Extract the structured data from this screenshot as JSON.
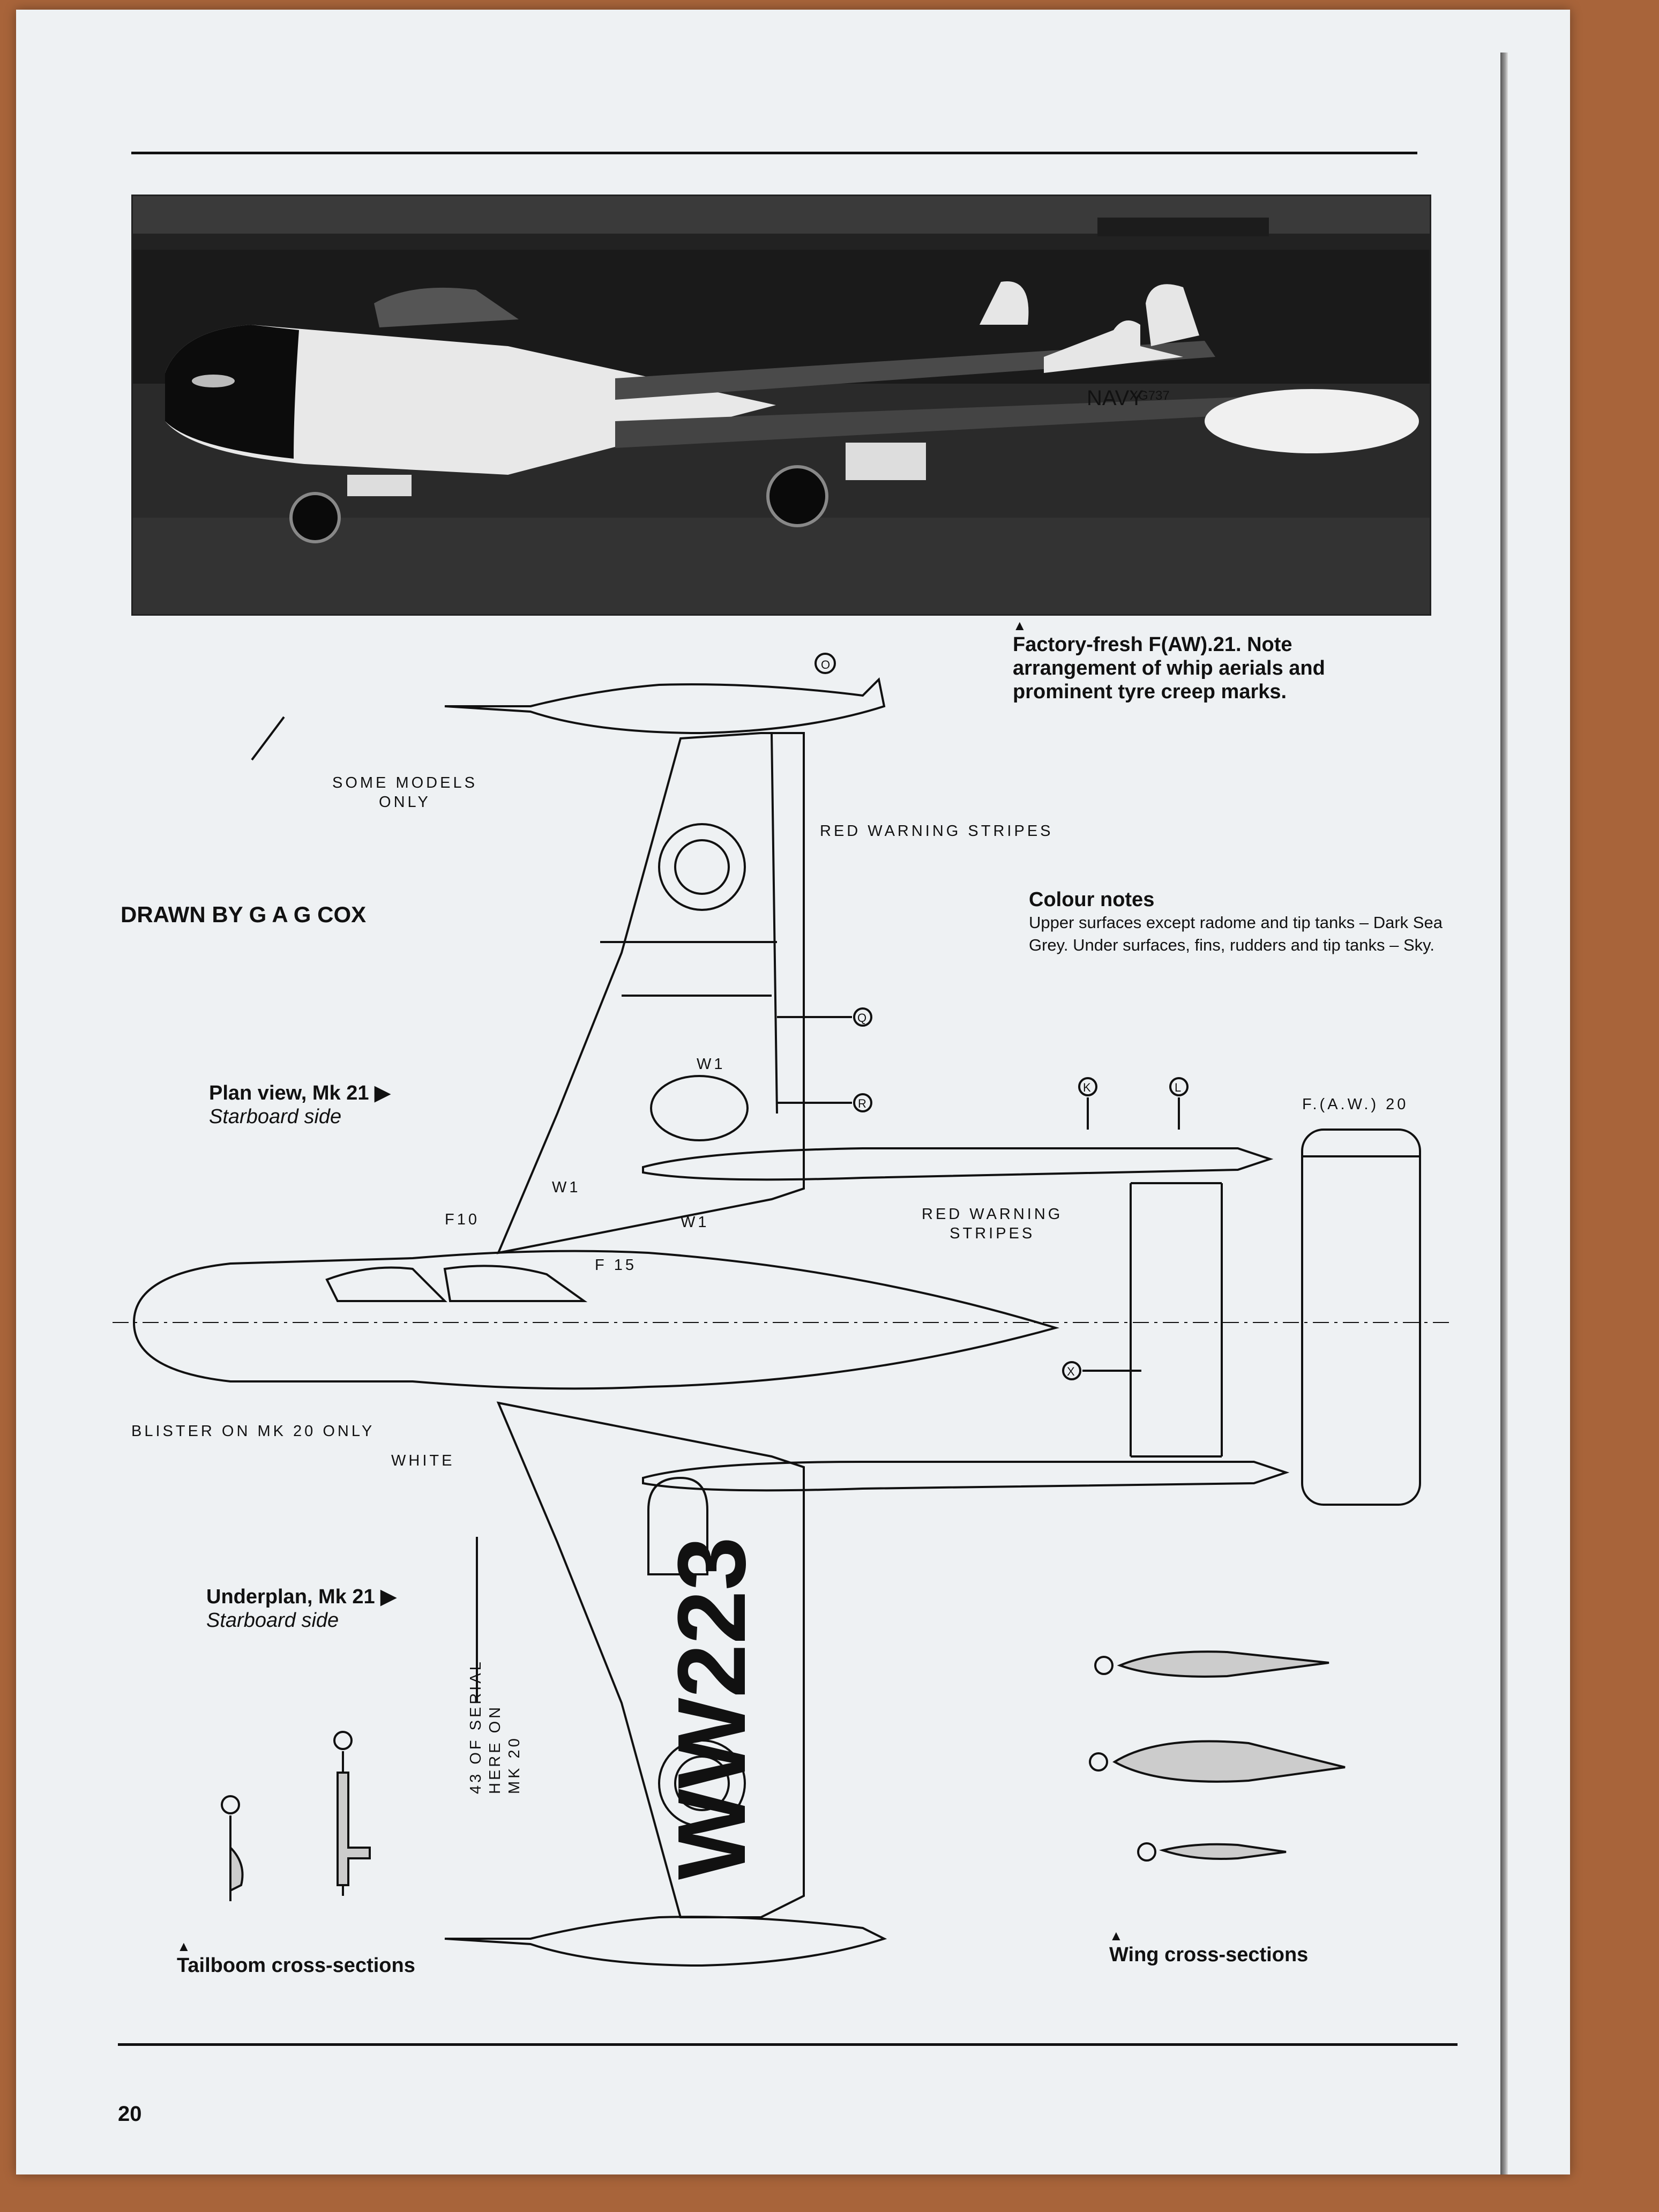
{
  "page": {
    "number": "20"
  },
  "photo": {
    "tail_lettering": "NAVY",
    "serial": "XG737",
    "caption_marker": "▲",
    "caption": "Factory-fresh F(AW).21. Note arrangement of whip aerials and prominent tyre creep marks."
  },
  "credits": {
    "drawn_by": "DRAWN BY G A G COX"
  },
  "colour_notes": {
    "heading": "Colour notes",
    "body": "Upper surfaces except radome and tip tanks – Dark Sea Grey. Under surfaces, fins, rudders and tip tanks – Sky."
  },
  "views": {
    "plan": {
      "title": "Plan view, Mk 21 ▶",
      "subtitle": "Starboard side"
    },
    "underplan": {
      "title": "Underplan, Mk 21 ▶",
      "subtitle": "Starboard side"
    }
  },
  "annotations": {
    "some_models": [
      "SOME MODELS",
      "ONLY"
    ],
    "red_warning_top": "RED WARNING STRIPES",
    "red_warning_mid": [
      "RED WARNING",
      "STRIPES"
    ],
    "blister": "BLISTER ON MK 20 ONLY",
    "white": "WHITE",
    "faw20": "F.(A.W.) 20",
    "serial_note": [
      "43 OF SERIAL",
      "HERE ON",
      "MK 20"
    ],
    "under_serial": "WW223",
    "w1_a": "W1",
    "w1_b": "W1",
    "w1_c": "W1",
    "f10": "F10",
    "f15": "F 15"
  },
  "section_markers": {
    "O": "O",
    "Q": "Q",
    "R": "R",
    "K": "K",
    "L": "L",
    "X": "X"
  },
  "cross_sections": {
    "tailboom_label": "Tailboom cross-sections",
    "wing_label": "Wing cross-sections",
    "marker": "▲"
  }
}
